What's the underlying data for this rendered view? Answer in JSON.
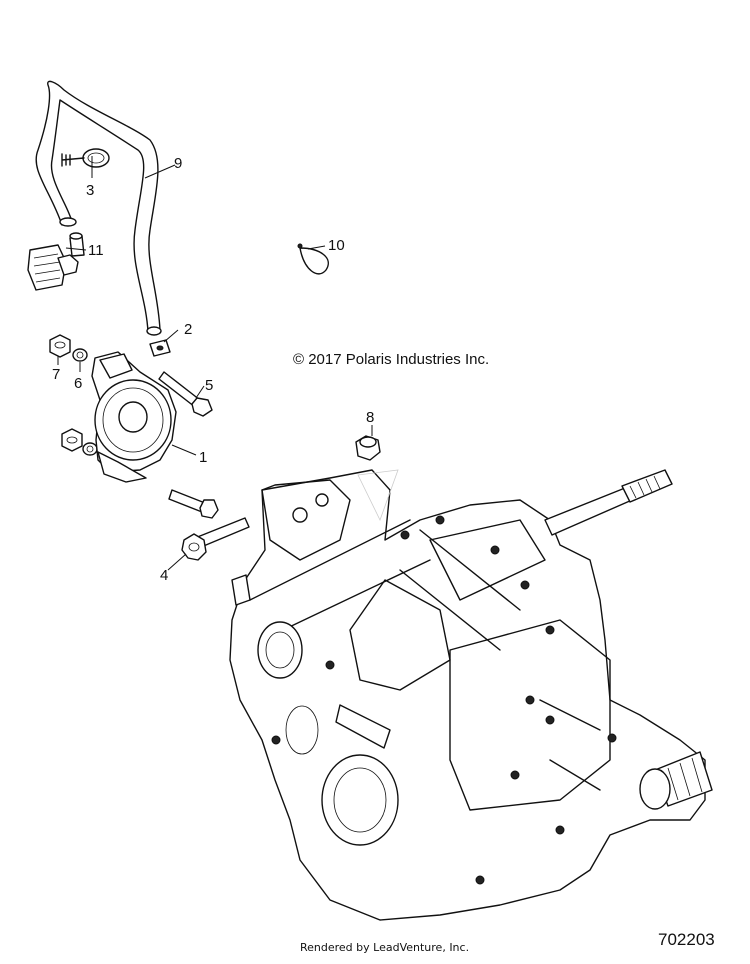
{
  "copyright": "© 2017 Polaris Industries Inc.",
  "footer": "Rendered by LeadVenture, Inc.",
  "figure_number": "702203",
  "callouts": [
    "1",
    "2",
    "3",
    "4",
    "5",
    "6",
    "7",
    "8",
    "9",
    "10",
    "11"
  ],
  "parts": {
    "hose": "hose-9",
    "hose_clamp": "clamp-3",
    "breather_fitting": "fitting-11",
    "cap_fitting": "fitting-2",
    "sensor": "speed-sensor-1",
    "screws": "bolt-4",
    "bolt": "bolt-5",
    "washer": "washer-6",
    "nut": "nut-7",
    "plug": "plug-8",
    "tie": "cable-tie-10",
    "transmission": "transmission-assembly"
  }
}
